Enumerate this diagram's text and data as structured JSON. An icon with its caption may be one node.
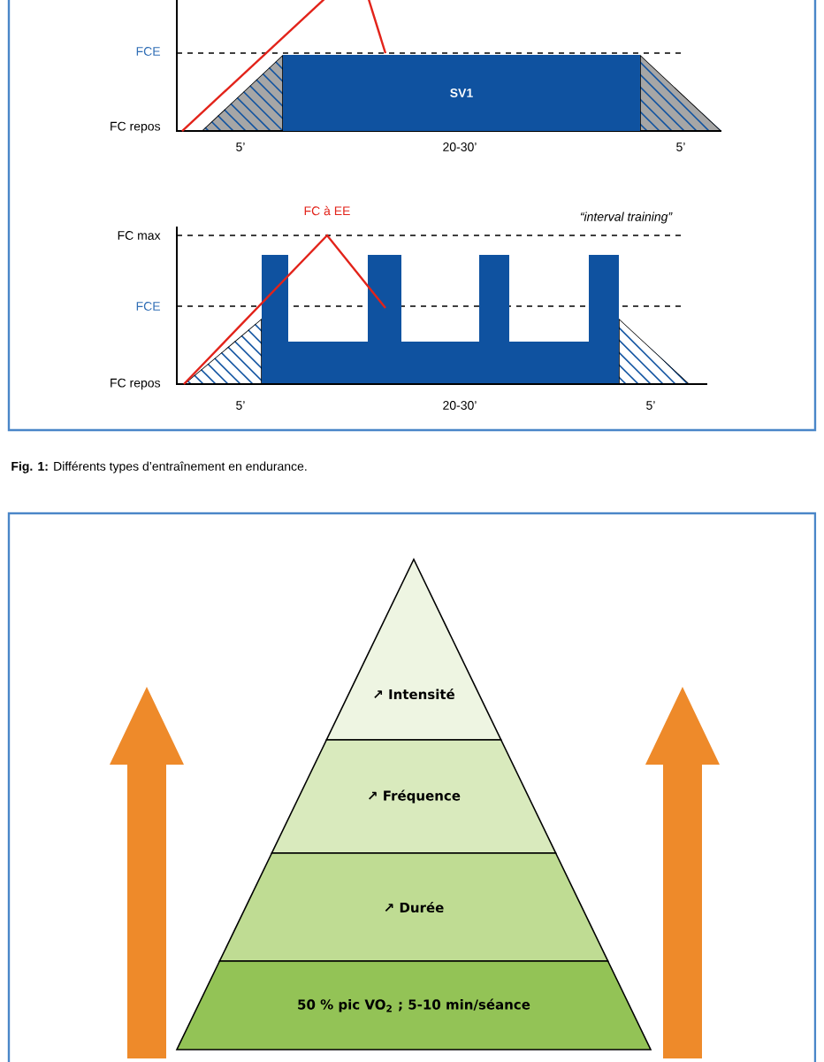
{
  "diagram": {
    "caption": "**Fig. 1:** Différents types d’entraînement en endurance.",
    "nodes": [
      {
        "text": [
          "SV1"
        ]
      },
      {
        "text": [
          "↗ Intensité"
        ]
      },
      {
        "text": [
          "↗ Fréquence"
        ]
      },
      {
        "text": [
          "↗ Durée"
        ]
      },
      {
        "text": [
          "50 % pic VO$_{2}$ ; 5-10 min/séance"
        ]
      }
    ],
    "edges": [],
    "labels": [
      "FCE",
      "FC repos",
      "5’",
      "20-30’",
      "5’",
      "FC à EE",
      "“interval training”",
      "FC max",
      "FCE",
      "FC repos",
      "5’",
      "20-30’",
      "5’"
    ]
  }
}
